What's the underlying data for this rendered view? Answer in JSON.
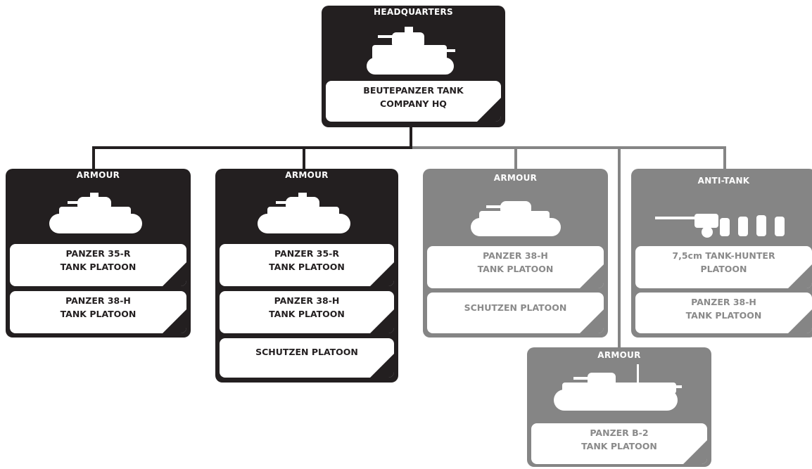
{
  "colors": {
    "core": "#231f20",
    "optional": "#858585",
    "unit_bg": "#ffffff"
  },
  "hq": {
    "category": "HEADQUARTERS",
    "image": "renault-tank-icon",
    "units": [
      {
        "line1": "BEUTEPANZER TANK",
        "line2": "COMPANY HQ"
      }
    ]
  },
  "groups": [
    {
      "category": "ARMOUR",
      "style": "core",
      "image": "panzer-35r-tank-icon",
      "units": [
        {
          "line1": "PANZER 35-R",
          "line2": "TANK PLATOON"
        },
        {
          "line1": "PANZER 38-H",
          "line2": "TANK PLATOON"
        }
      ]
    },
    {
      "category": "ARMOUR",
      "style": "core",
      "image": "panzer-35r-tank-icon",
      "units": [
        {
          "line1": "PANZER 35-R",
          "line2": "TANK PLATOON"
        },
        {
          "line1": "PANZER 38-H",
          "line2": "TANK PLATOON"
        },
        {
          "line1": "SCHUTZEN PLATOON",
          "line2": ""
        }
      ]
    },
    {
      "category": "ARMOUR",
      "style": "optional",
      "image": "panzer-38h-tank-icon",
      "units": [
        {
          "line1": "PANZER 38-H",
          "line2": "TANK PLATOON"
        },
        {
          "line1": "SCHUTZEN PLATOON",
          "line2": ""
        }
      ]
    },
    {
      "category": "ANTI-TANK",
      "style": "optional",
      "image": "anti-tank-gun-crew-icon",
      "units": [
        {
          "line1": "7,5cm TANK-HUNTER",
          "line2": "PLATOON"
        },
        {
          "line1": "PANZER 38-H",
          "line2": "TANK PLATOON"
        }
      ]
    },
    {
      "category": "ARMOUR",
      "style": "optional",
      "image": "panzer-b2-tank-icon",
      "units": [
        {
          "line1": "PANZER B-2",
          "line2": "TANK PLATOON"
        }
      ]
    }
  ]
}
